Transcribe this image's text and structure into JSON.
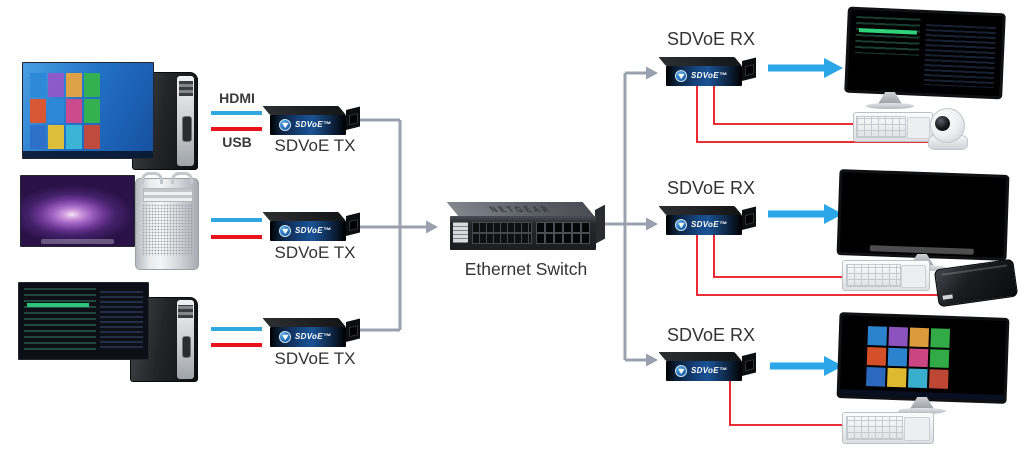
{
  "colors": {
    "hdmi_line": "#2fa8e1",
    "usb_line": "#e8131b",
    "connector": "#99a1af",
    "arrow_blue": "#2ba7e8"
  },
  "cables": {
    "hdmi_label": "HDMI",
    "usb_label": "USB"
  },
  "switch": {
    "label": "Ethernet Switch",
    "brand": "NETGEAR"
  },
  "transmitters": [
    {
      "label": "SDVoE TX",
      "brand": "SDVoE™"
    },
    {
      "label": "SDVoE TX",
      "brand": "SDVoE™"
    },
    {
      "label": "SDVoE TX",
      "brand": "SDVoE™"
    }
  ],
  "receivers": [
    {
      "label": "SDVoE RX",
      "brand": "SDVoE™"
    },
    {
      "label": "SDVoE RX",
      "brand": "SDVoE™"
    },
    {
      "label": "SDVoE RX",
      "brand": "SDVoE™"
    }
  ]
}
